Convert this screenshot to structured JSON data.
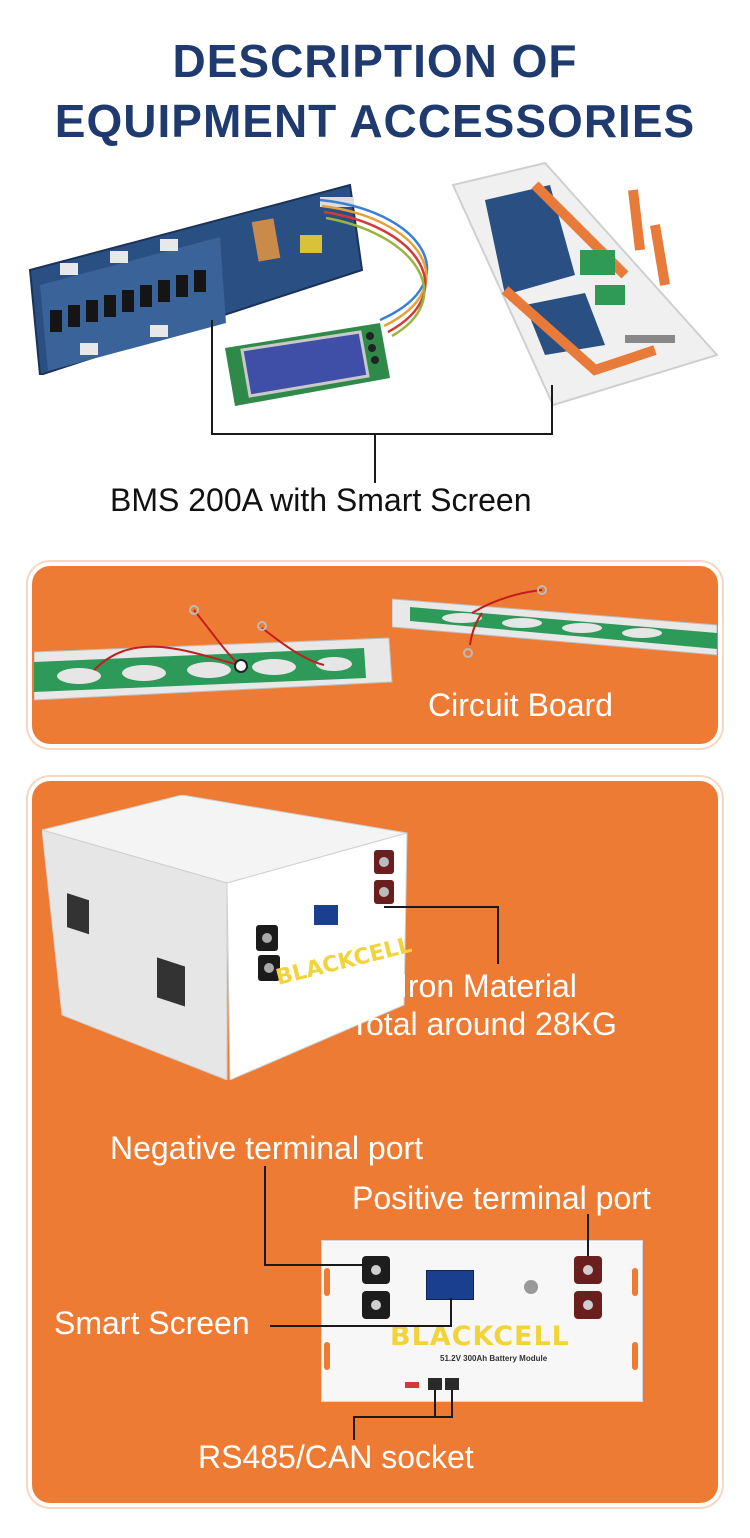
{
  "header": {
    "title_line1": "DESCRIPTION OF",
    "title_line2": "EQUIPMENT ACCESSORIES"
  },
  "bms": {
    "caption": "BMS 200A with Smart Screen"
  },
  "circuit": {
    "caption": "Circuit Board"
  },
  "battery": {
    "material_line1": "Iron Material",
    "material_line2": "Total around 28KG",
    "negative_label": "Negative terminal port",
    "positive_label": "Positive terminal port",
    "screen_label": "Smart Screen",
    "socket_label": "RS485/CAN socket",
    "brand": "BLACKCELL",
    "module_text": "51.2V 300Ah Battery Module"
  },
  "colors": {
    "title": "#1f3a6e",
    "panel": "#ee7b34",
    "brand_yellow": "#f2d43a"
  }
}
